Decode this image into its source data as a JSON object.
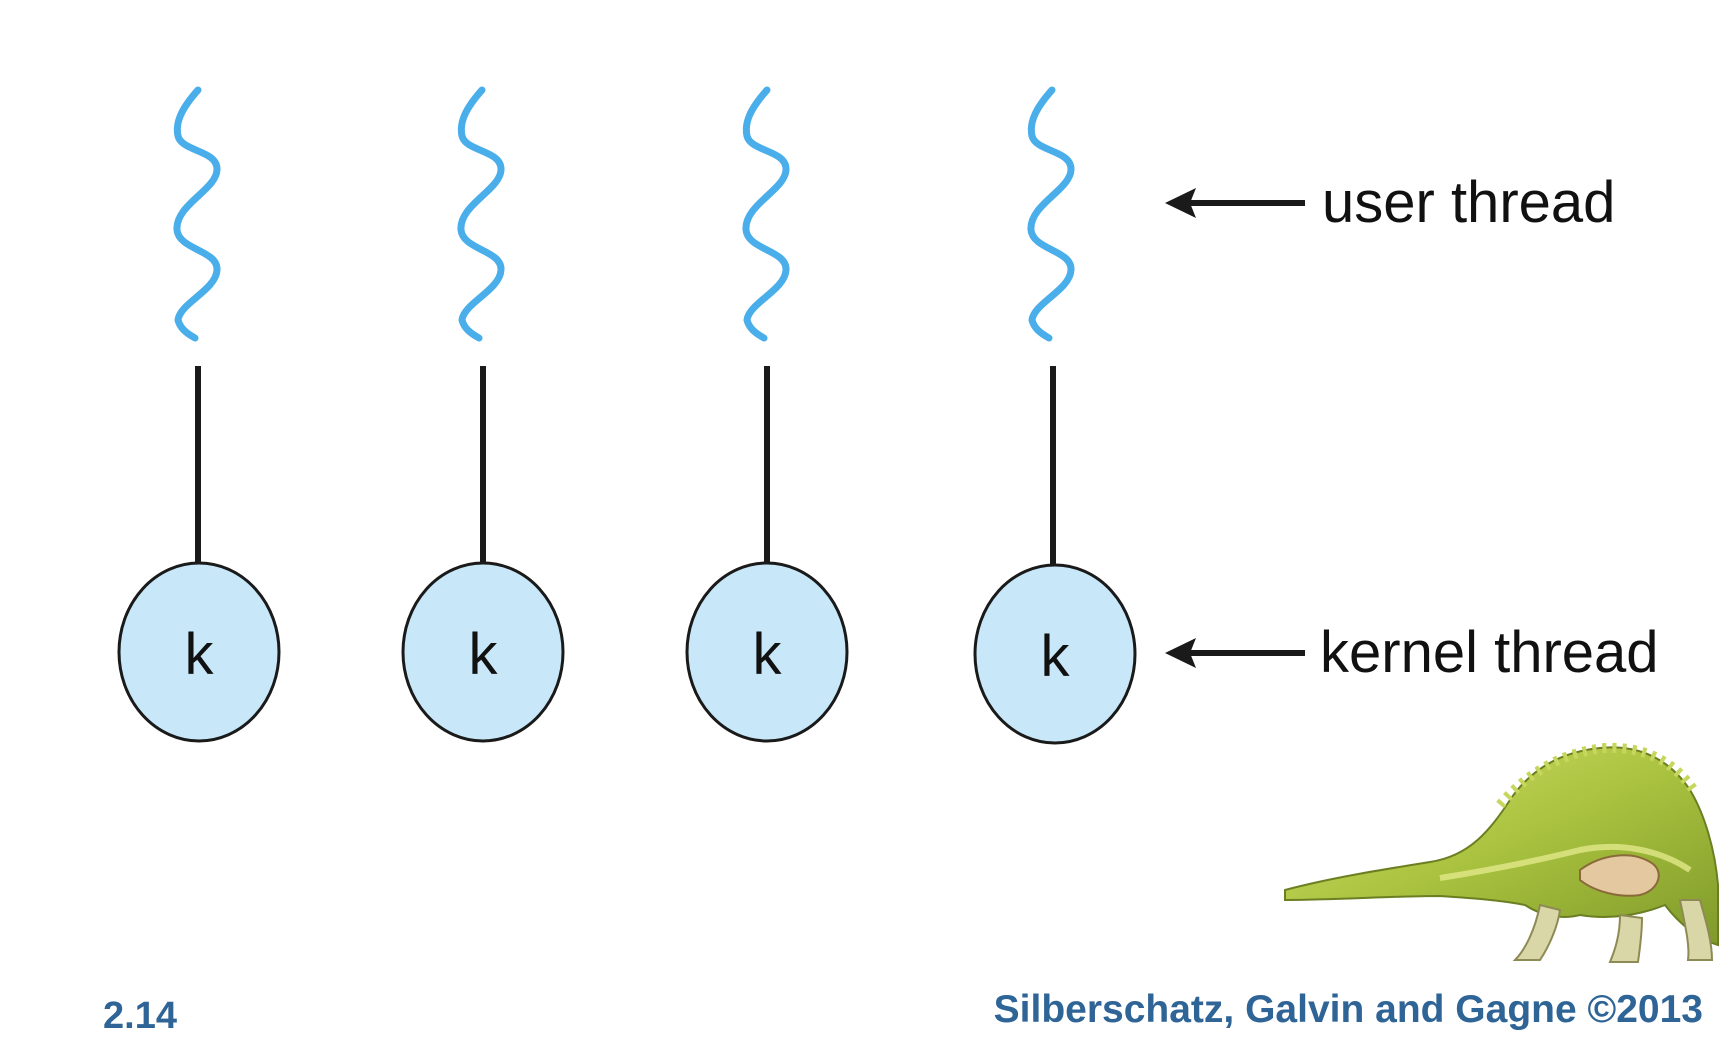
{
  "diagram": {
    "user_thread_label": "user thread",
    "kernel_thread_label": "kernel thread",
    "kernel_nodes": [
      "k",
      "k",
      "k",
      "k"
    ],
    "colors": {
      "user_thread": "#4aaeea",
      "kernel_fill": "#c8e8f9",
      "line": "#1a1a1a",
      "footer": "#2f6496"
    },
    "icons": [
      "left-arrow-icon",
      "dinosaur-icon"
    ]
  },
  "footer": {
    "slide_number": "2.14",
    "copyright": "Silberschatz, Galvin and Gagne ©2013"
  }
}
